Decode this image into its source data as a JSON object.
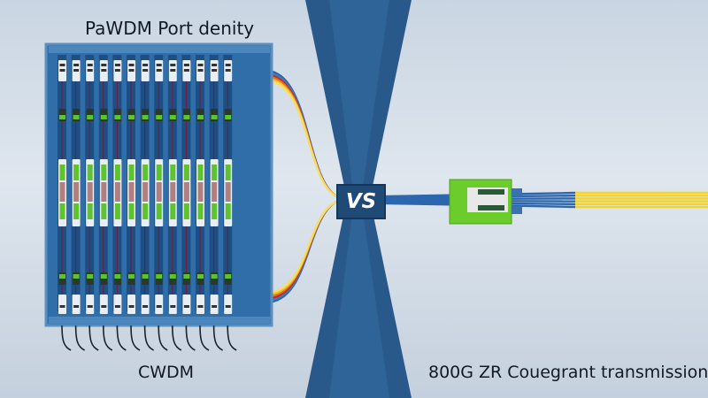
{
  "labels": {
    "title_left": "PaWDM Port denity",
    "bottom_left": "CWDM",
    "bottom_right": "800G ZR Couegrant transmission",
    "vs": "VS"
  },
  "panel": {
    "module_count": 13,
    "colors": {
      "panel_fill": "#2f6ea8",
      "panel_border": "#5b8fc0",
      "module_white": "#e8eef3",
      "module_green": "#5ec32e",
      "fiber_blue": "#2a64a5",
      "fiber_red": "#c42a26",
      "fiber_yellow": "#f2c21a"
    }
  },
  "transceiver": {
    "colors": {
      "board_green": "#6ccc2c",
      "fiber_blue": "#2c66ac",
      "fiber_yellow": "#f3d428"
    }
  },
  "hourglass": {
    "color": "#28598a"
  }
}
